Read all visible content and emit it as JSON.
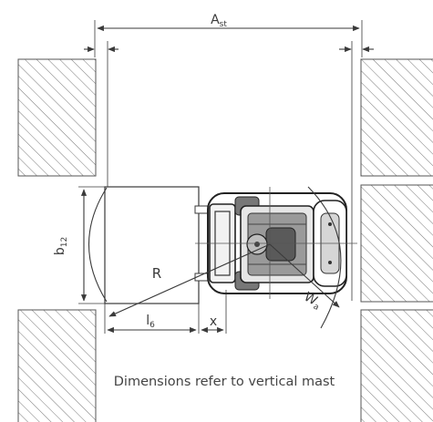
{
  "labels": {
    "ast_main": "A",
    "ast_sub": "st",
    "b_main": "b",
    "b_sub": "12",
    "r": "R",
    "l_main": "l",
    "l_sub": "6",
    "x": "x",
    "wa_main": "W",
    "wa_sub": "a"
  },
  "caption": "Dimensions refer to vertical mast"
}
